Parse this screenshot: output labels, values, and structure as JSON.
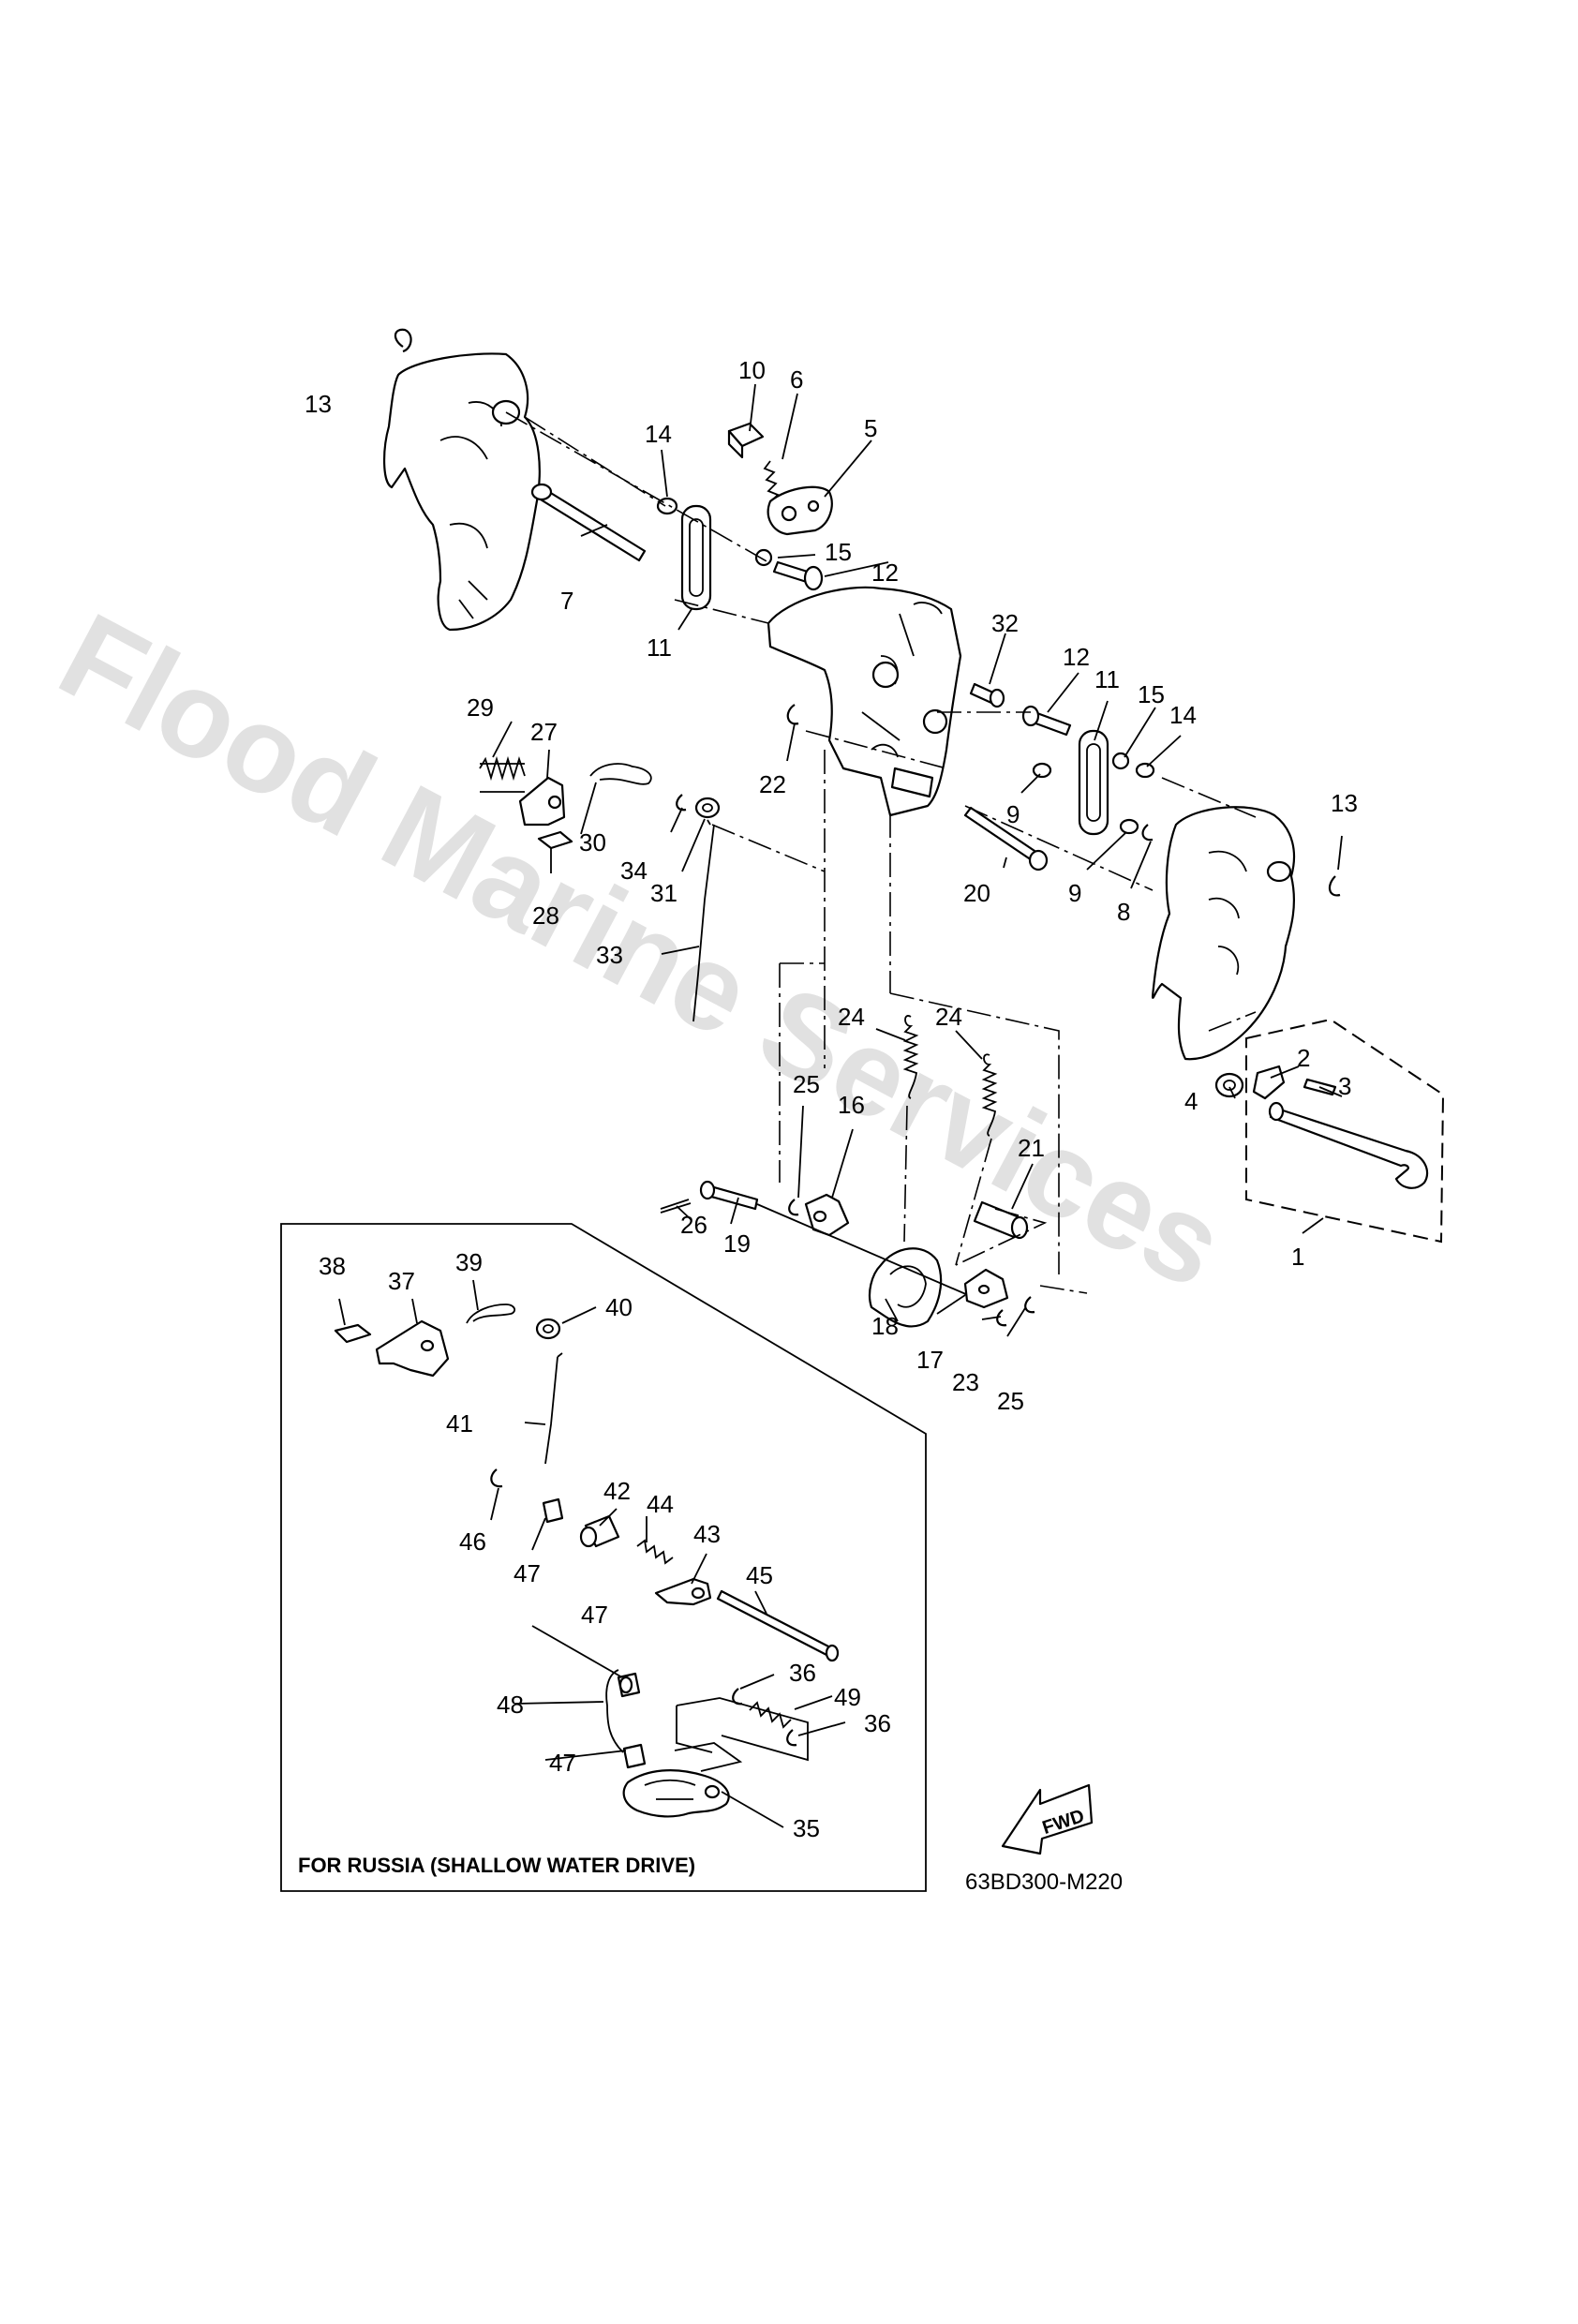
{
  "watermark": "Flood Marine Services",
  "diagram_code": "63BD300-M220",
  "inset_title": "FOR RUSSIA (SHALLOW WATER DRIVE)",
  "fwd_label": "FWD",
  "callouts": {
    "c1": "1",
    "c2": "2",
    "c3": "3",
    "c4": "4",
    "c5": "5",
    "c6": "6",
    "c7": "7",
    "c8": "8",
    "c9a": "9",
    "c9b": "9",
    "c10": "10",
    "c11a": "11",
    "c11b": "11",
    "c12a": "12",
    "c12b": "12",
    "c13a": "13",
    "c13b": "13",
    "c14a": "14",
    "c14b": "14",
    "c15a": "15",
    "c15b": "15",
    "c16": "16",
    "c17": "17",
    "c18": "18",
    "c19": "19",
    "c20": "20",
    "c21": "21",
    "c22": "22",
    "c23": "23",
    "c24a": "24",
    "c24b": "24",
    "c25a": "25",
    "c25b": "25",
    "c26": "26",
    "c27": "27",
    "c28": "28",
    "c29": "29",
    "c30": "30",
    "c31": "31",
    "c32": "32",
    "c33": "33",
    "c34": "34",
    "c35": "35",
    "c36a": "36",
    "c36b": "36",
    "c37": "37",
    "c38": "38",
    "c39": "39",
    "c40": "40",
    "c41": "41",
    "c42": "42",
    "c43": "43",
    "c44": "44",
    "c45": "45",
    "c46": "46",
    "c47a": "47",
    "c47b": "47",
    "c47c": "47",
    "c48": "48",
    "c49": "49"
  }
}
